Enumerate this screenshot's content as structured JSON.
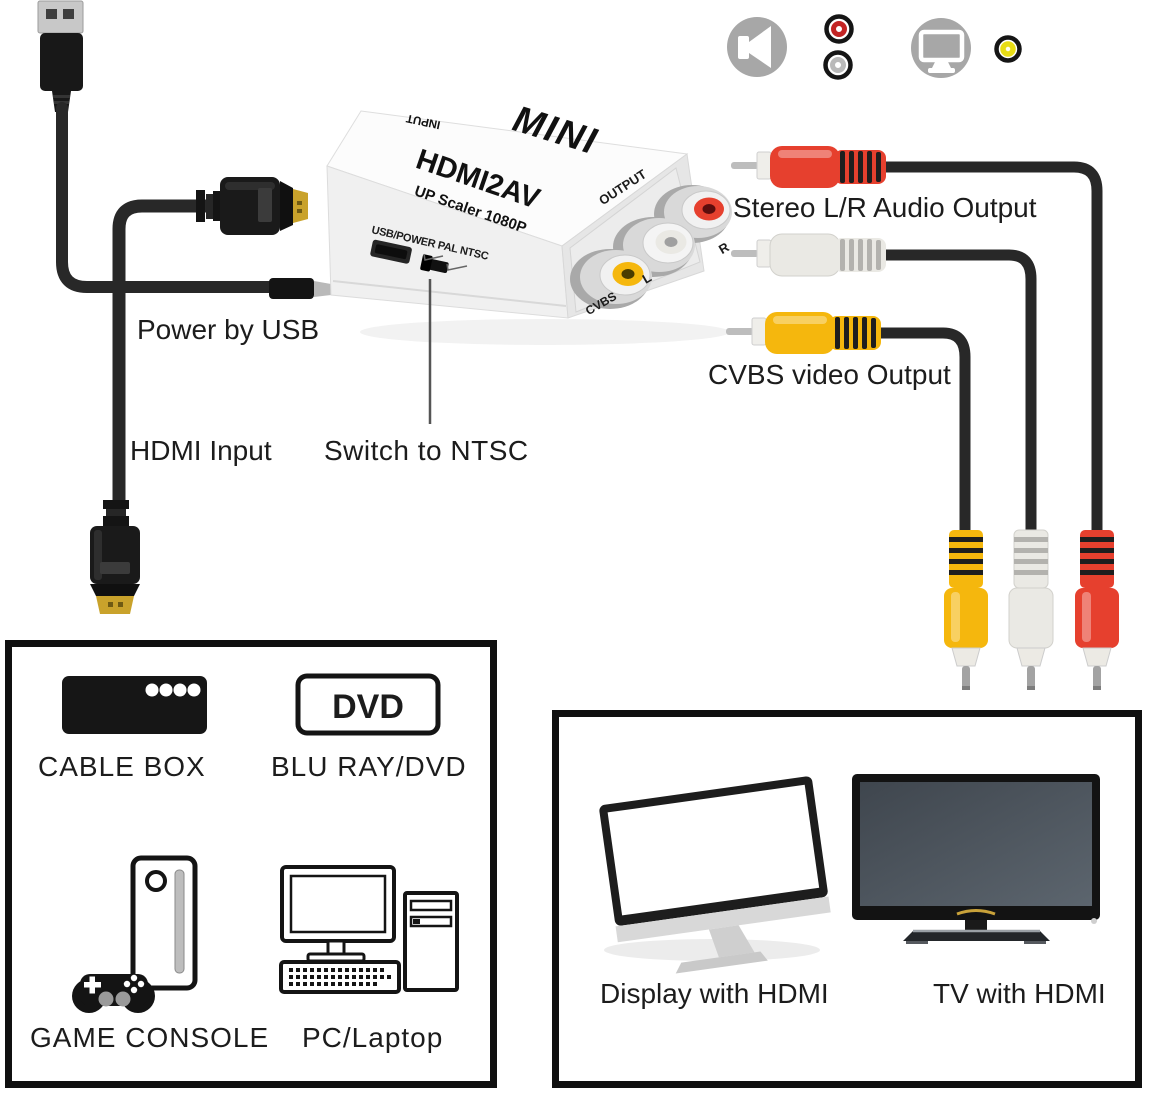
{
  "device": {
    "brand": "MINI",
    "model": "HDMI2AV",
    "subtitle": "UP Scaler 1080P",
    "input_port_label": "INPUT",
    "output_port_label": "OUTPUT",
    "front_panel_label": "USB/POWER PAL NTSC",
    "jacks": {
      "video": "CVBS",
      "audio_left": "L",
      "audio_right": "R"
    }
  },
  "callouts": {
    "power": "Power by USB",
    "hdmi_input": "HDMI Input",
    "ntsc_switch": "Switch to NTSC",
    "audio_output": "Stereo L/R Audio Output",
    "video_output": "CVBS video Output"
  },
  "sources_panel": {
    "dvd_badge": "DVD",
    "items": [
      {
        "label": "CABLE BOX",
        "icon": "cable-box-icon"
      },
      {
        "label": "BLU RAY/DVD",
        "icon": "dvd-icon"
      },
      {
        "label": "GAME CONSOLE",
        "icon": "game-console-icon"
      },
      {
        "label": "PC/Laptop",
        "icon": "pc-icon"
      }
    ]
  },
  "displays_panel": {
    "items": [
      {
        "label": "Display with HDMI",
        "icon": "display-icon"
      },
      {
        "label": "TV with HDMI",
        "icon": "tv-icon"
      }
    ]
  },
  "legend": {
    "audio_icons": [
      "speaker-icon",
      "rca-red-icon",
      "rca-white-icon"
    ],
    "video_icons": [
      "monitor-icon",
      "rca-yellow-icon"
    ]
  },
  "colors": {
    "rca_red": "#e6402e",
    "rca_white": "#eae9e4",
    "rca_yellow": "#f5b70d",
    "cable_black": "#282828",
    "hdmi_gold": "#c9a22b",
    "icon_gray": "#a7a7a7"
  }
}
